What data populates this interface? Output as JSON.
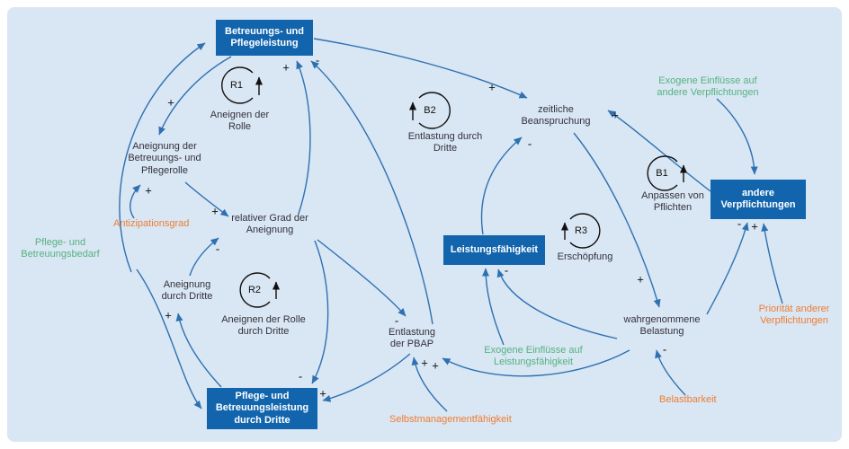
{
  "diagram_title": "Causal loop diagram (Pflege / Betreuung)",
  "colors": {
    "background": "#d9e6f3",
    "box_fill": "#1265ad",
    "box_text": "#ffffff",
    "arrow": "#2d71b2",
    "loop_marker": "#111111",
    "node_text": "#32323c",
    "exogenous_text": "#55b380",
    "parameter_text": "#ef7d32"
  },
  "boxes": {
    "top": "Betreuungs- und Pflegeleistung",
    "bottom": "Pflege- und Betreuungsleistung durch Dritte",
    "capability": "Leistungsfähigkeit",
    "other": "andere Verpflichtungen"
  },
  "nodes": {
    "role_appropriation": "Aneignung der Betreuungs- und Pflegerolle",
    "relative_degree": "relativer Grad der Aneignung",
    "third_party_appropriation": "Aneignung durch Dritte",
    "relief_pbap": "Entlastung der PBAP",
    "time_demand": "zeitliche Beanspruchung",
    "perceived_burden": "wahrgenommene Belastung"
  },
  "loops": {
    "r1": {
      "id": "R1",
      "label": "Aneignen der Rolle"
    },
    "r2": {
      "id": "R2",
      "label": "Aneignen der Rolle durch Dritte"
    },
    "r3": {
      "id": "R3",
      "label": "Erschöpfung"
    },
    "b1": {
      "id": "B1",
      "label": "Anpassen von Pflichten"
    },
    "b2": {
      "id": "B2",
      "label": "Entlastung durch Dritte"
    }
  },
  "exogenous": {
    "care_need": "Pflege- und Betreuungsbedarf",
    "capability_influences": "Exogene Einflüsse auf Leistungsfähigkeit",
    "obligation_influences": "Exogene Einflüsse auf andere Verpflichtungen"
  },
  "parameters": {
    "anticipation": "Antizipationsgrad",
    "self_management": "Selbstmanagementfähigkeit",
    "resilience": "Belastbarkeit",
    "priority": "Priorität anderer Verpflichtungen"
  },
  "signs": {
    "s1": "+",
    "s2": "+",
    "s3": "+",
    "s4": "+",
    "s5": "-",
    "s6": "+",
    "s7": "+",
    "s8": "-",
    "s9": "+",
    "s10": "-",
    "s11": "+",
    "s12": "+",
    "s13": "-",
    "s14": "-",
    "s15": "+",
    "s16": "+",
    "s17": "-",
    "s18": "-",
    "s19": "+",
    "s20": "-"
  }
}
